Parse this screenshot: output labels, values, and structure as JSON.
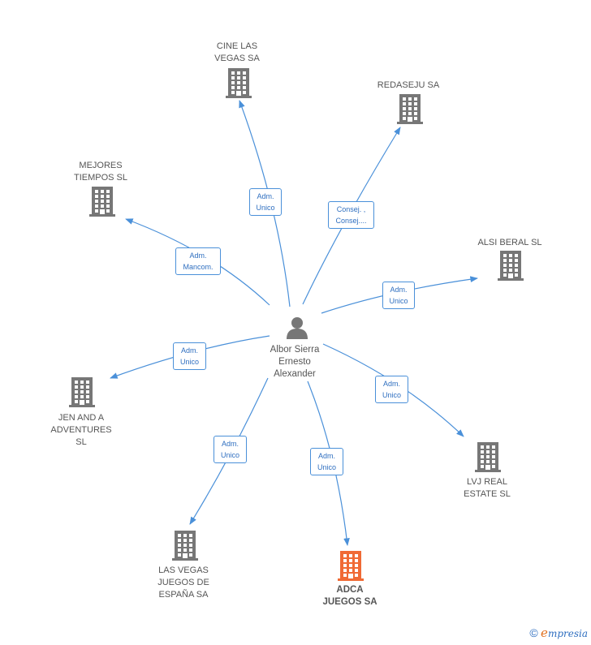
{
  "person": {
    "line1": "Albor Sierra",
    "line2": "Ernesto",
    "line3": "Alexander"
  },
  "companies": [
    {
      "id": "cine",
      "line1": "CINE LAS",
      "line2": "VEGAS SA",
      "line3": ""
    },
    {
      "id": "redaseju",
      "line1": "REDASEJU SA",
      "line2": "",
      "line3": ""
    },
    {
      "id": "mejores",
      "line1": "MEJORES",
      "line2": "TIEMPOS  SL",
      "line3": ""
    },
    {
      "id": "alsi",
      "line1": "ALSI BERAL  SL",
      "line2": "",
      "line3": ""
    },
    {
      "id": "jen",
      "line1": "JEN AND A",
      "line2": "ADVENTURES",
      "line3": "SL"
    },
    {
      "id": "lvj",
      "line1": "LVJ REAL",
      "line2": "ESTATE  SL",
      "line3": ""
    },
    {
      "id": "lasvegas",
      "line1": "LAS VEGAS",
      "line2": "JUEGOS DE",
      "line3": "ESPAÑA SA"
    },
    {
      "id": "adca",
      "line1": "ADCA",
      "line2": "JUEGOS SA",
      "line3": ""
    }
  ],
  "edges": [
    {
      "to": "cine",
      "line1": "Adm.",
      "line2": "Unico"
    },
    {
      "to": "redaseju",
      "line1": "Consej. ,",
      "line2": "Consej...."
    },
    {
      "to": "mejores",
      "line1": "Adm.",
      "line2": "Mancom."
    },
    {
      "to": "alsi",
      "line1": "Adm.",
      "line2": "Unico"
    },
    {
      "to": "jen",
      "line1": "Adm.",
      "line2": "Unico"
    },
    {
      "to": "lvj",
      "line1": "Adm.",
      "line2": "Unico"
    },
    {
      "to": "lasvegas",
      "line1": "Adm.",
      "line2": "Unico"
    },
    {
      "to": "adca",
      "line1": "Adm.",
      "line2": "Unico"
    }
  ],
  "colors": {
    "edge": "#4a90d9",
    "building": "#777777",
    "highlight": "#f06a35",
    "person": "#777777"
  },
  "footer": {
    "copyright": "©",
    "brand_first": "e",
    "brand_rest": "mpresia"
  }
}
